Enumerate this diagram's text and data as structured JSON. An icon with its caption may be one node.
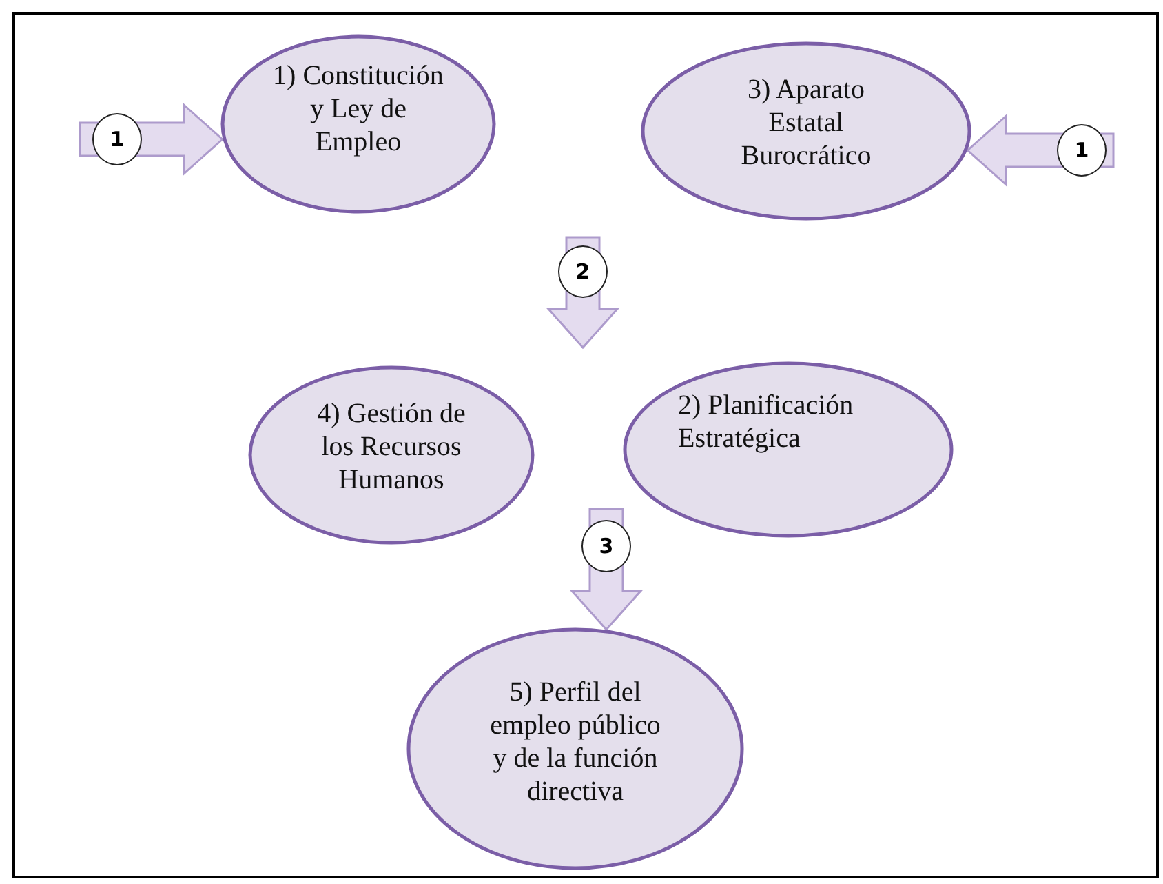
{
  "diagram": {
    "nodes": [
      {
        "text": [
          "1) Constitución y Ley de Empleo"
        ]
      },
      {
        "text": [
          "3) Aparato Estatal Burocrático"
        ]
      },
      {
        "text": [
          "4) Gestión de los Recursos Humanos"
        ]
      },
      {
        "text": [
          "2) Planificación Estratégica"
        ]
      },
      {
        "text": [
          "5) Perfil del empleo público y de la función directiva"
        ]
      },
      {
        "text": [
          "1"
        ]
      },
      {
        "text": [
          "1"
        ]
      },
      {
        "text": [
          "2"
        ]
      },
      {
        "text": [
          "3"
        ]
      }
    ],
    "edges": [
      {
        "from": 5,
        "to": 0,
        "arrow": "to"
      },
      {
        "from": 6,
        "to": 1,
        "arrow": "to"
      },
      {
        "from": 7,
        "to": null,
        "arrow": "to"
      },
      {
        "from": 8,
        "to": 4,
        "arrow": "to"
      }
    ]
  }
}
